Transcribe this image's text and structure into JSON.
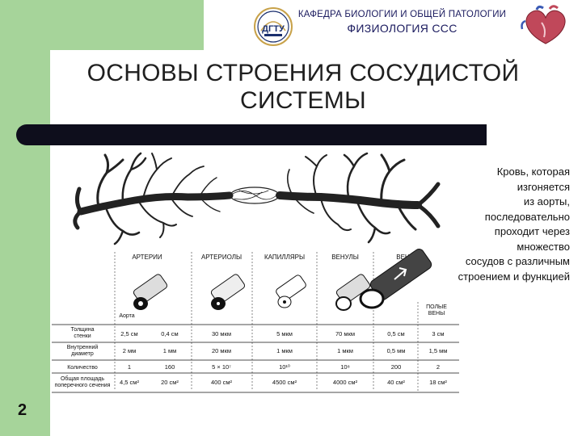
{
  "header": {
    "department": "КАФЕДРА БИОЛОГИИ И ОБЩЕЙ ПАТОЛОГИИ",
    "subject": "ФИЗИОЛОГИЯ ССС",
    "logo_text": "ДГТУ"
  },
  "slide": {
    "title_line1": "ОСНОВЫ СТРОЕНИЯ СОСУДИСТОЙ",
    "title_line2": "СИСТЕМЫ",
    "number": "2"
  },
  "description": {
    "lines": [
      "Кровь, которая",
      "изгоняется",
      "из аорты,",
      "последовательно",
      "проходит через",
      "множество",
      "сосудов с различным",
      "строением и функцией"
    ]
  },
  "figure": {
    "columns": [
      "АРТЕРИИ",
      "АРТЕРИОЛЫ",
      "КАПИЛЛЯРЫ",
      "ВЕНУЛЫ",
      "ВЕНЫ"
    ],
    "aorta_label": "Аорта",
    "vena_cava_label_line1": "ПОЛЫЕ",
    "vena_cava_label_line2": "ВЕНЫ",
    "rows": [
      {
        "label_line1": "Толщина",
        "label_line2": "стенки",
        "values": [
          "2,5 см",
          "0,4 см",
          "30 мкм",
          "5 мкм",
          "70 мкм",
          "0,5 см",
          "3 см"
        ]
      },
      {
        "label_line1": "Внутренний",
        "label_line2": "диаметр",
        "values": [
          "2 мм",
          "1 мм",
          "20 мкм",
          "1 мкм",
          "1 мкм",
          "0,5 мм",
          "1,5 мм"
        ]
      },
      {
        "label_line1": "Количество",
        "label_line2": "",
        "values": [
          "1",
          "160",
          "5 × 10⁷",
          "10¹⁰",
          "10⁸",
          "200",
          "2"
        ]
      },
      {
        "label_line1": "Общая площадь",
        "label_line2": "поперечного сечения",
        "values": [
          "4,5 см²",
          "20 см²",
          "400 см²",
          "4500 см²",
          "4000 см²",
          "40 см²",
          "18 см²"
        ]
      }
    ]
  }
}
